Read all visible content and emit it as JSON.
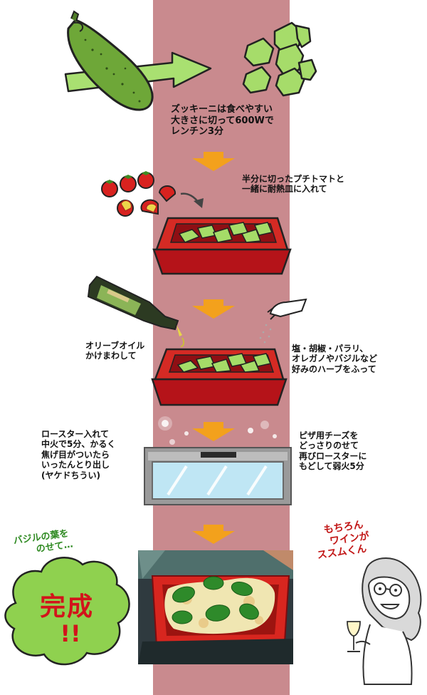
{
  "steps": [
    {
      "lines": [
        "ズッキーニは食べやすい",
        "大きさに切って600Wで",
        "レンチン3分"
      ]
    },
    {
      "lines": [
        "半分に切ったプチトマトと",
        "一緒に耐熱皿に入れて"
      ]
    },
    {
      "lines": [
        "オリーブオイル",
        "かけまわして"
      ]
    },
    {
      "lines": [
        "塩・胡椒・パラリ、",
        "オレガノやバジルなど",
        "好みのハーブをふって"
      ]
    },
    {
      "lines": [
        "ロースター入れて",
        "中火で5分、かるく",
        "焦げ目がついたら",
        "いったんとり出し",
        "(ヤケドちうい)"
      ]
    },
    {
      "lines": [
        "ピザ用チーズを",
        "どっさりのせて",
        "再びロースターに",
        "もどして弱火5分"
      ]
    }
  ],
  "basil_note": [
    "バジルの葉を",
    "のせて…"
  ],
  "wine_note": [
    "もちろん",
    "ワインが",
    "ススムくん"
  ],
  "finish": {
    "word": "完成",
    "marks": "!!"
  },
  "colors": {
    "center_band": "#c98a8e",
    "arrow": "#f3a11c",
    "zucchini": "#7bb23e",
    "dish": "#c0141b",
    "cloud": "#8fd14f"
  }
}
